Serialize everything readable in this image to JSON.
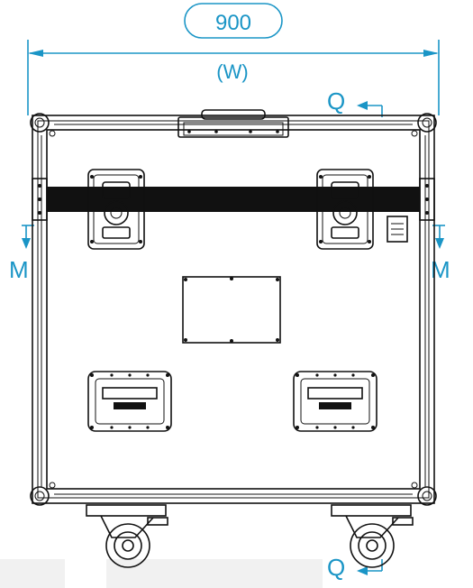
{
  "dimension": {
    "value": "900",
    "sublabel": "(W)"
  },
  "section_marks": {
    "top_right": "Q",
    "bottom_right": "Q",
    "left": "M",
    "right": "M"
  },
  "colors": {
    "dimension": "#1a95c6",
    "outline": "#111111"
  }
}
